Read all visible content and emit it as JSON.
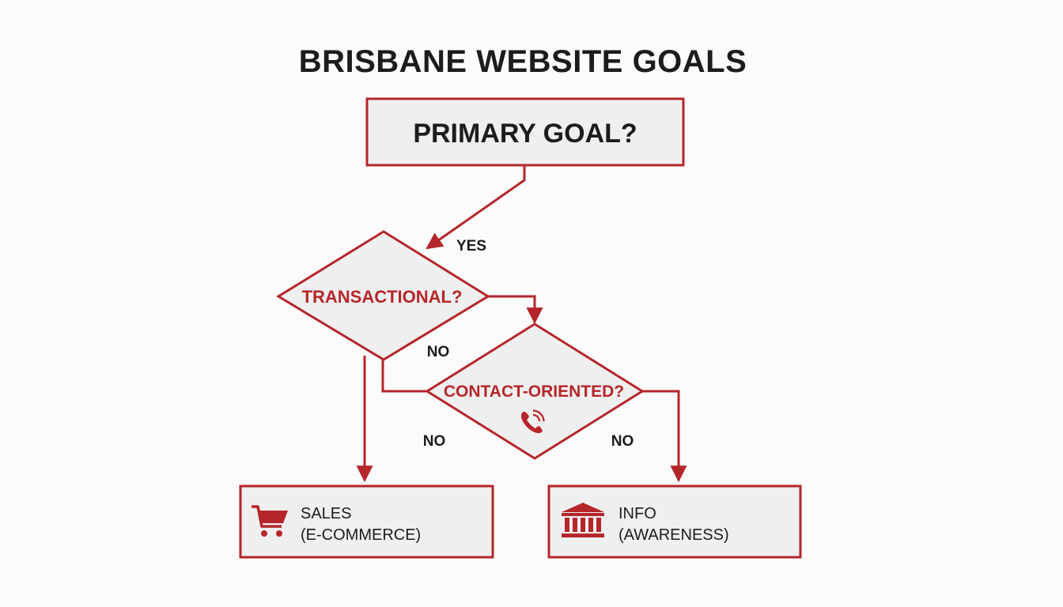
{
  "title": "BRISBANE WEBSITE GOALS",
  "colors": {
    "accent": "#b5262a",
    "box_fill": "#efefef",
    "text_dark": "#1c1c1c"
  },
  "nodes": {
    "primary": "PRIMARY GOAL?",
    "transactional": "TRANSACTIONAL?",
    "contact": "CONTACT-ORIENTED?",
    "sales_line1": "SALES",
    "sales_line2": "(E-COMMERCE)",
    "info_line1": "INFO",
    "info_line2": "(AWARENESS)"
  },
  "edges": {
    "yes": "YES",
    "no_transactional_to_contact": "NO",
    "no_left": "NO",
    "no_right": "NO"
  },
  "icons": {
    "contact": "phone-icon",
    "sales": "shopping-cart-icon",
    "info": "bank-building-icon"
  }
}
